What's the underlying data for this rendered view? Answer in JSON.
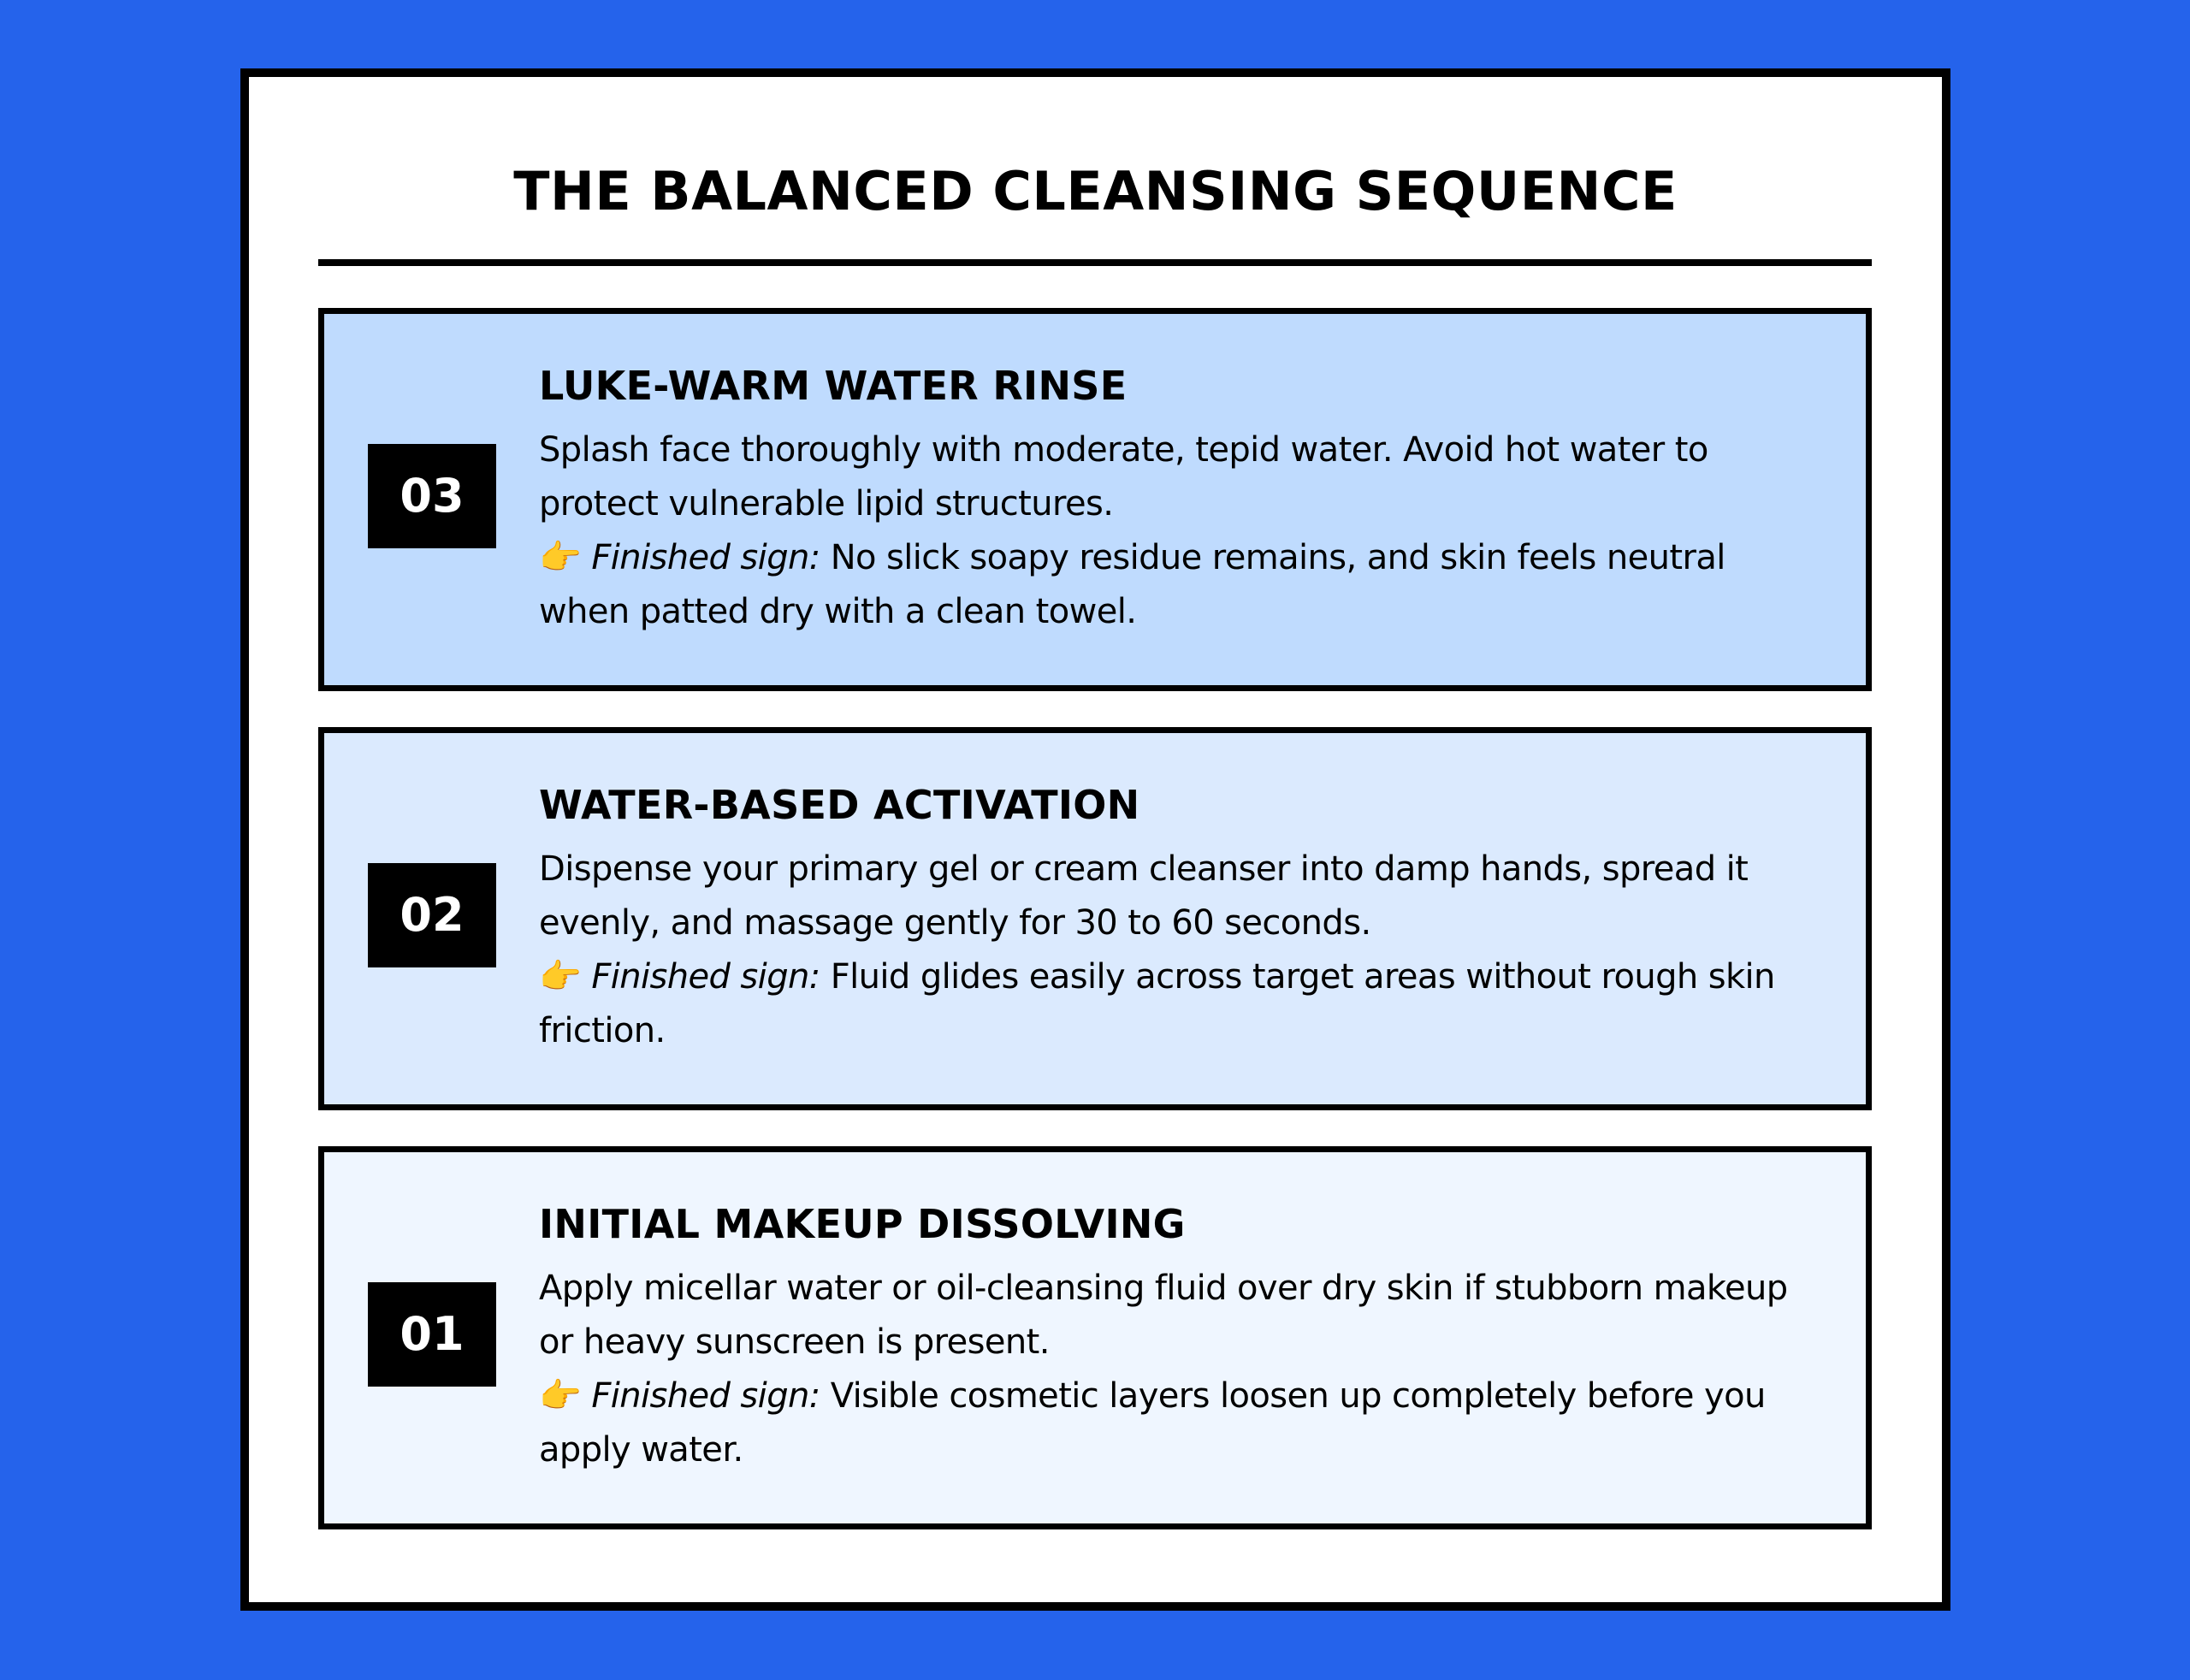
{
  "title": "THE BALANCED CLEANSING SEQUENCE",
  "colors": {
    "background": "#2563eb",
    "card": "#ffffff",
    "border": "#000000",
    "step_fill_top": "#bfdbfe",
    "step_fill_middle": "#dbeafe",
    "step_fill_bottom": "#eff6ff",
    "badge": "#000000",
    "badge_text": "#ffffff"
  },
  "steps": [
    {
      "number": "03",
      "heading": "LUKE-WARM WATER RINSE",
      "description": "Splash face thoroughly with moderate, tepid water. Avoid hot water to protect vulnerable lipid structures.",
      "finish_icon": "👉",
      "finish_label": "Finished sign:",
      "finish_text": "No slick soapy residue remains, and skin feels neutral when patted dry with a clean towel.",
      "fill": "#bfdbfe"
    },
    {
      "number": "02",
      "heading": "WATER-BASED ACTIVATION",
      "description": "Dispense your primary gel or cream cleanser into damp hands, spread it evenly, and massage gently for 30 to 60 seconds.",
      "finish_icon": "👉",
      "finish_label": "Finished sign:",
      "finish_text": "Fluid glides easily across target areas without rough skin friction.",
      "fill": "#dbeafe"
    },
    {
      "number": "01",
      "heading": "INITIAL MAKEUP DISSOLVING",
      "description": "Apply micellar water or oil-cleansing fluid over dry skin if stubborn makeup or heavy sunscreen is present.",
      "finish_icon": "👉",
      "finish_label": "Finished sign:",
      "finish_text": "Visible cosmetic layers loosen up completely before you apply water.",
      "fill": "#eff6ff"
    }
  ]
}
